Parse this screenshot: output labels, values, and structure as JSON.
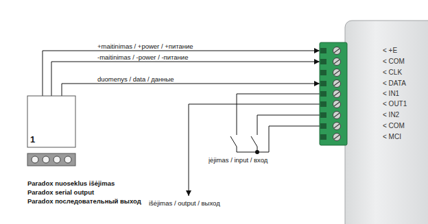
{
  "diagram": {
    "nodes": [
      {
        "text": [
          "1",
          "Paradox nuoseklus išėjimas",
          "Paradox serial output",
          "Paradox последовательный выход"
        ]
      },
      {
        "text": [
          "< +E",
          "< COM",
          "< CLK",
          "< DATA",
          "< IN1",
          "< OUT1",
          "< IN2",
          "< COM",
          "< MCI"
        ]
      }
    ],
    "edges": [
      {
        "from": 0,
        "to": 1,
        "arrow": "to",
        "label": "+maitinimas / +power / +питание"
      },
      {
        "from": 0,
        "to": 1,
        "arrow": "to",
        "label": "-maitinimas / -power / -питание"
      },
      {
        "from": 0,
        "to": 1,
        "arrow": "to",
        "label": "duomenys / data / данные"
      }
    ],
    "labels": [
      "įėjimas / input / вход",
      "išėjimas / output / выход"
    ]
  }
}
